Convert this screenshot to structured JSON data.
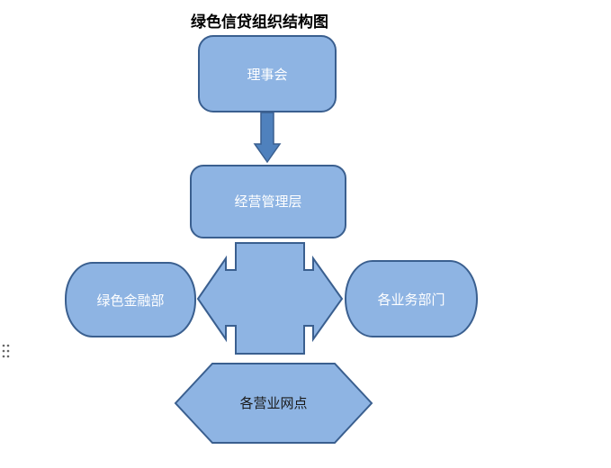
{
  "diagram": {
    "title": "绿色信贷组织结构图",
    "nodes": {
      "board": "理事会",
      "management": "经营管理层",
      "green_finance": "绿色金融部",
      "business_depts": "各业务部门",
      "outlets": "各营业网点"
    },
    "colors": {
      "fill": "#8eb4e3",
      "stroke": "#3a5f8f",
      "arrow_fill": "#4f81bd"
    }
  }
}
